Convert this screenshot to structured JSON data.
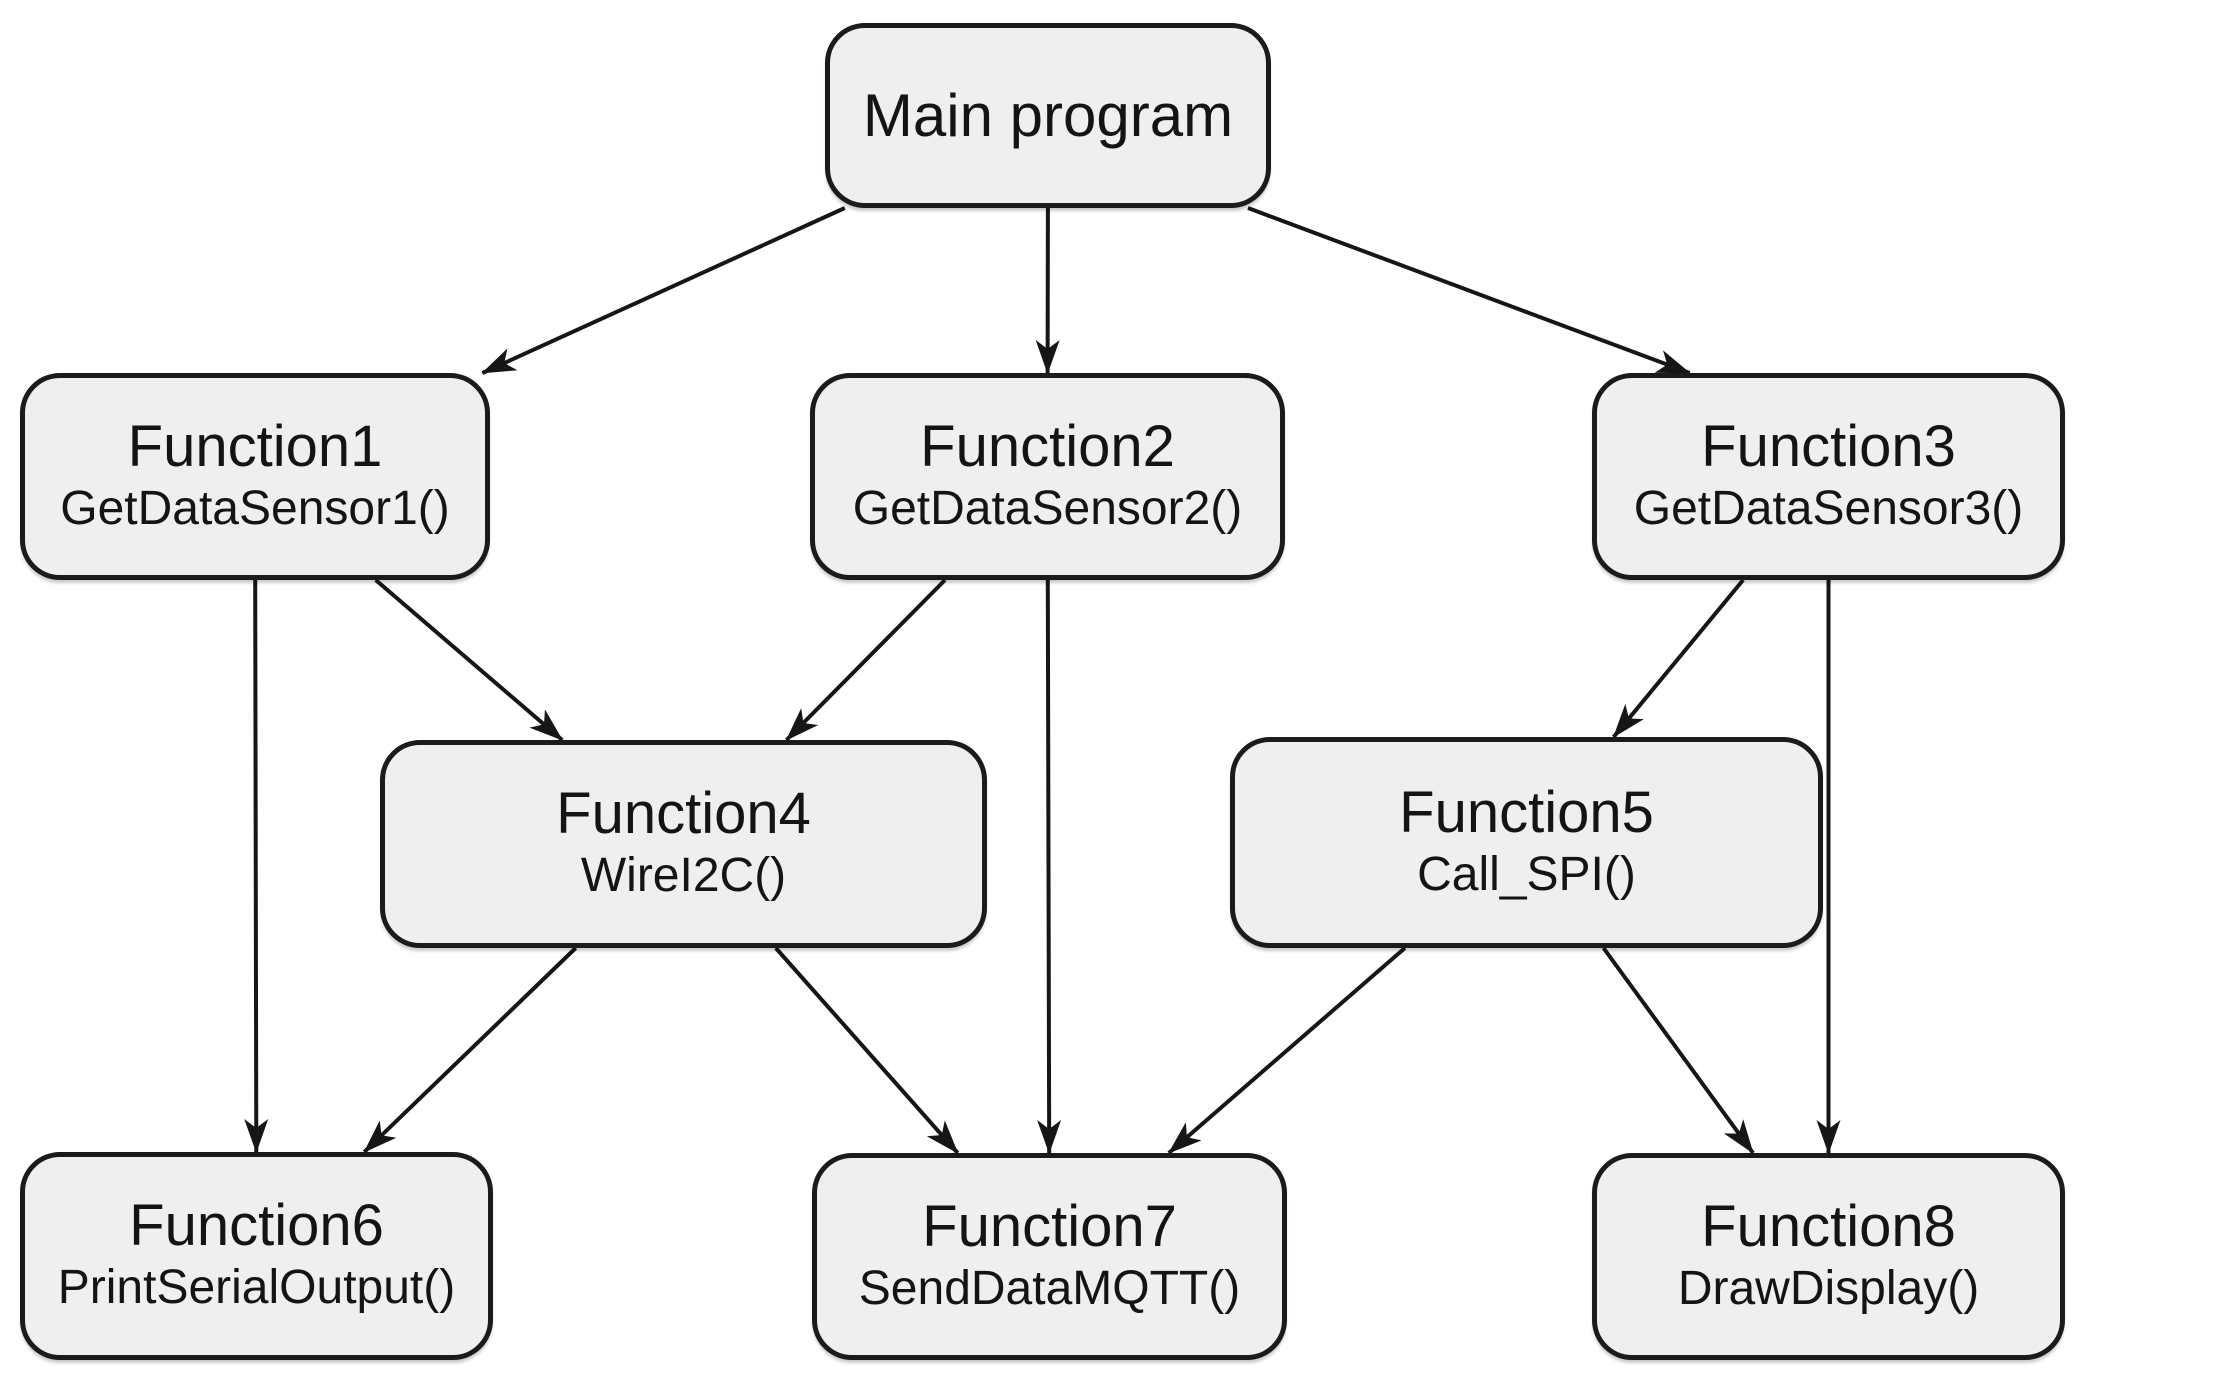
{
  "diagram": {
    "title": "",
    "background_color": "#ffffff",
    "node_fill_color": "#efefef",
    "node_border_color": "#1b1b1b",
    "arrow_color": "#161616",
    "nodes": [
      {
        "id": "main",
        "title": "Main program",
        "subtitle": ""
      },
      {
        "id": "f1",
        "title": "Function1",
        "subtitle": "GetDataSensor1()"
      },
      {
        "id": "f2",
        "title": "Function2",
        "subtitle": "GetDataSensor2()"
      },
      {
        "id": "f3",
        "title": "Function3",
        "subtitle": "GetDataSensor3()"
      },
      {
        "id": "f4",
        "title": "Function4",
        "subtitle": "WireI2C()"
      },
      {
        "id": "f5",
        "title": "Function5",
        "subtitle": "Call_SPI()"
      },
      {
        "id": "f6",
        "title": "Function6",
        "subtitle": "PrintSerialOutput()"
      },
      {
        "id": "f7",
        "title": "Function7",
        "subtitle": "SendDataMQTT()"
      },
      {
        "id": "f8",
        "title": "Function8",
        "subtitle": "DrawDisplay()"
      }
    ],
    "edges": [
      {
        "from": "main",
        "to": "f1"
      },
      {
        "from": "main",
        "to": "f2"
      },
      {
        "from": "main",
        "to": "f3"
      },
      {
        "from": "f1",
        "to": "f4"
      },
      {
        "from": "f1",
        "to": "f6"
      },
      {
        "from": "f2",
        "to": "f4"
      },
      {
        "from": "f2",
        "to": "f7"
      },
      {
        "from": "f3",
        "to": "f5"
      },
      {
        "from": "f3",
        "to": "f8"
      },
      {
        "from": "f4",
        "to": "f6"
      },
      {
        "from": "f4",
        "to": "f7"
      },
      {
        "from": "f5",
        "to": "f7"
      },
      {
        "from": "f5",
        "to": "f8"
      }
    ]
  }
}
